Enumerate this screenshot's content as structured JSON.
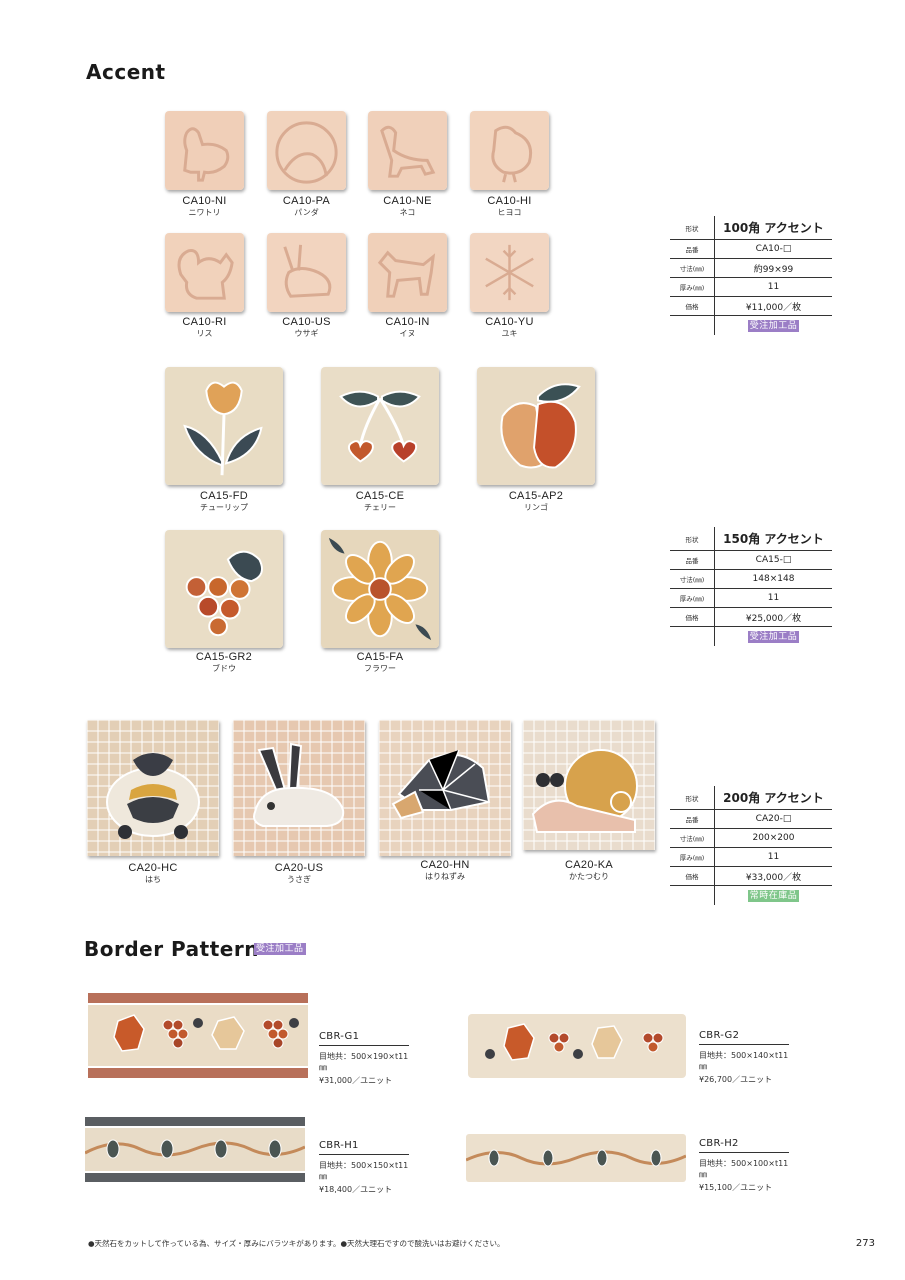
{
  "accent_title": "Accent",
  "border_title": "Border Pattern",
  "tiles10": [
    {
      "code": "CA10-NI",
      "name": "ニワトリ"
    },
    {
      "code": "CA10-PA",
      "name": "パンダ"
    },
    {
      "code": "CA10-NE",
      "name": "ネコ"
    },
    {
      "code": "CA10-HI",
      "name": "ヒヨコ"
    },
    {
      "code": "CA10-RI",
      "name": "リス"
    },
    {
      "code": "CA10-US",
      "name": "ウサギ"
    },
    {
      "code": "CA10-IN",
      "name": "イヌ"
    },
    {
      "code": "CA10-YU",
      "name": "ユキ"
    }
  ],
  "tiles15": [
    {
      "code": "CA15-FD",
      "name": "チューリップ"
    },
    {
      "code": "CA15-CE",
      "name": "チェリー"
    },
    {
      "code": "CA15-AP2",
      "name": "リンゴ"
    },
    {
      "code": "CA15-GR2",
      "name": "ブドウ"
    },
    {
      "code": "CA15-FA",
      "name": "フラワー"
    }
  ],
  "tiles20": [
    {
      "code": "CA20-HC",
      "name": "はち"
    },
    {
      "code": "CA20-US",
      "name": "うさぎ"
    },
    {
      "code": "CA20-HN",
      "name": "はりねずみ"
    },
    {
      "code": "CA20-KA",
      "name": "かたつむり"
    }
  ],
  "specs": [
    {
      "shape_label": "形状",
      "shape": "100角 アクセント",
      "part_label": "品番",
      "part": "CA10-□",
      "size_label": "寸法(㎜)",
      "size": "約99×99",
      "thick_label": "厚み(㎜)",
      "thick": "11",
      "price_label": "価格",
      "price": "¥11,000／枚",
      "badge": "受注加工品"
    },
    {
      "shape_label": "形状",
      "shape": "150角 アクセント",
      "part_label": "品番",
      "part": "CA15-□",
      "size_label": "寸法(㎜)",
      "size": "148×148",
      "thick_label": "厚み(㎜)",
      "thick": "11",
      "price_label": "価格",
      "price": "¥25,000／枚",
      "badge": "受注加工品"
    },
    {
      "shape_label": "形状",
      "shape": "200角 アクセント",
      "part_label": "品番",
      "part": "CA20-□",
      "size_label": "寸法(㎜)",
      "size": "200×200",
      "thick_label": "厚み(㎜)",
      "thick": "11",
      "price_label": "価格",
      "price": "¥33,000／枚",
      "badge": "常時在庫品"
    }
  ],
  "border_badge": "受注加工品",
  "borders": [
    {
      "code": "CBR-G1",
      "size": "目地共：500×190×t11㎜",
      "price": "¥31,000／ユニット"
    },
    {
      "code": "CBR-G2",
      "size": "目地共：500×140×t11㎜",
      "price": "¥26,700／ユニット"
    },
    {
      "code": "CBR-H1",
      "size": "目地共：500×150×t11㎜",
      "price": "¥18,400／ユニット"
    },
    {
      "code": "CBR-H2",
      "size": "目地共：500×100×t11㎜",
      "price": "¥15,100／ユニット"
    }
  ],
  "footnote": "●天然石をカットして作っている為、サイズ・厚みにバラツキがあります。●天然大理石ですので酸洗いはお避けください。",
  "page_number": "273",
  "colors": {
    "purple_badge": "#9b7ec6",
    "green_badge": "#7fc68a",
    "tile_base": "#f1d2bd",
    "stone_cream": "#e9dcc6"
  }
}
